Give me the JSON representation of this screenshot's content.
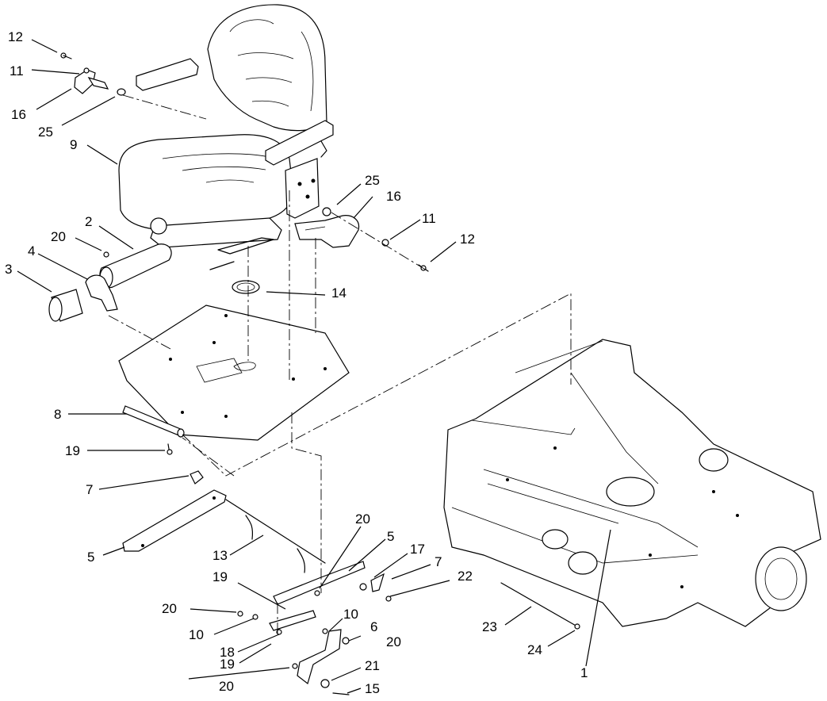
{
  "callouts": [
    {
      "id": "c1",
      "label": "12"
    },
    {
      "id": "c2",
      "label": "11"
    },
    {
      "id": "c3",
      "label": "16"
    },
    {
      "id": "c4",
      "label": "25"
    },
    {
      "id": "c5",
      "label": "9"
    },
    {
      "id": "c6",
      "label": "25"
    },
    {
      "id": "c7",
      "label": "16"
    },
    {
      "id": "c8",
      "label": "11"
    },
    {
      "id": "c9",
      "label": "12"
    },
    {
      "id": "c10",
      "label": "2"
    },
    {
      "id": "c11",
      "label": "20"
    },
    {
      "id": "c12",
      "label": "4"
    },
    {
      "id": "c13",
      "label": "3"
    },
    {
      "id": "c14",
      "label": "14"
    },
    {
      "id": "c15",
      "label": "8"
    },
    {
      "id": "c16",
      "label": "19"
    },
    {
      "id": "c17",
      "label": "7"
    },
    {
      "id": "c18",
      "label": "5"
    },
    {
      "id": "c19",
      "label": "13"
    },
    {
      "id": "c20",
      "label": "20"
    },
    {
      "id": "c21",
      "label": "5"
    },
    {
      "id": "c22",
      "label": "17"
    },
    {
      "id": "c23",
      "label": "7"
    },
    {
      "id": "c24",
      "label": "22"
    },
    {
      "id": "c25",
      "label": "19"
    },
    {
      "id": "c26",
      "label": "20"
    },
    {
      "id": "c27",
      "label": "10"
    },
    {
      "id": "c28",
      "label": "10"
    },
    {
      "id": "c29",
      "label": "6"
    },
    {
      "id": "c30",
      "label": "20"
    },
    {
      "id": "c31",
      "label": "18"
    },
    {
      "id": "c32",
      "label": "19"
    },
    {
      "id": "c33",
      "label": "21"
    },
    {
      "id": "c34",
      "label": "20"
    },
    {
      "id": "c35",
      "label": "15"
    },
    {
      "id": "c36",
      "label": "23"
    },
    {
      "id": "c37",
      "label": "24"
    },
    {
      "id": "c38",
      "label": "1"
    }
  ]
}
